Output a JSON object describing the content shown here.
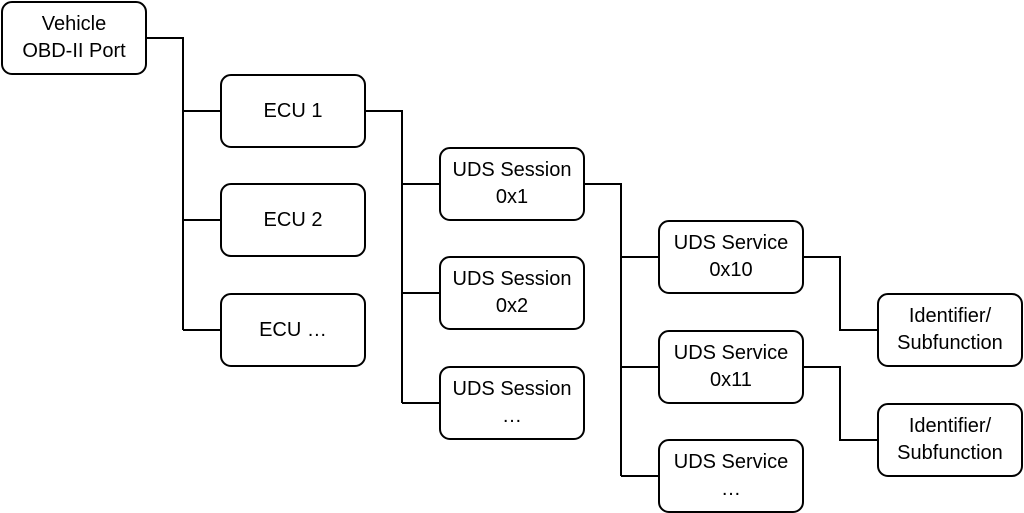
{
  "root": {
    "line1": "Vehicle",
    "line2": "OBD-II Port"
  },
  "ecus": [
    {
      "label": "ECU 1"
    },
    {
      "label": "ECU 2"
    },
    {
      "label": "ECU …"
    }
  ],
  "sessions": [
    {
      "line1": "UDS Session",
      "line2": "0x1"
    },
    {
      "line1": "UDS Session",
      "line2": "0x2"
    },
    {
      "line1": "UDS Session",
      "line2": "…"
    }
  ],
  "services": [
    {
      "line1": "UDS Service",
      "line2": "0x10"
    },
    {
      "line1": "UDS Service",
      "line2": "0x11"
    },
    {
      "line1": "UDS Service",
      "line2": "…"
    }
  ],
  "identifiers": [
    {
      "line1": "Identifier/",
      "line2": "Subfunction"
    },
    {
      "line1": "Identifier/",
      "line2": "Subfunction"
    }
  ],
  "colors": {
    "stroke": "#000000",
    "fill": "#ffffff",
    "text": "#000000"
  }
}
